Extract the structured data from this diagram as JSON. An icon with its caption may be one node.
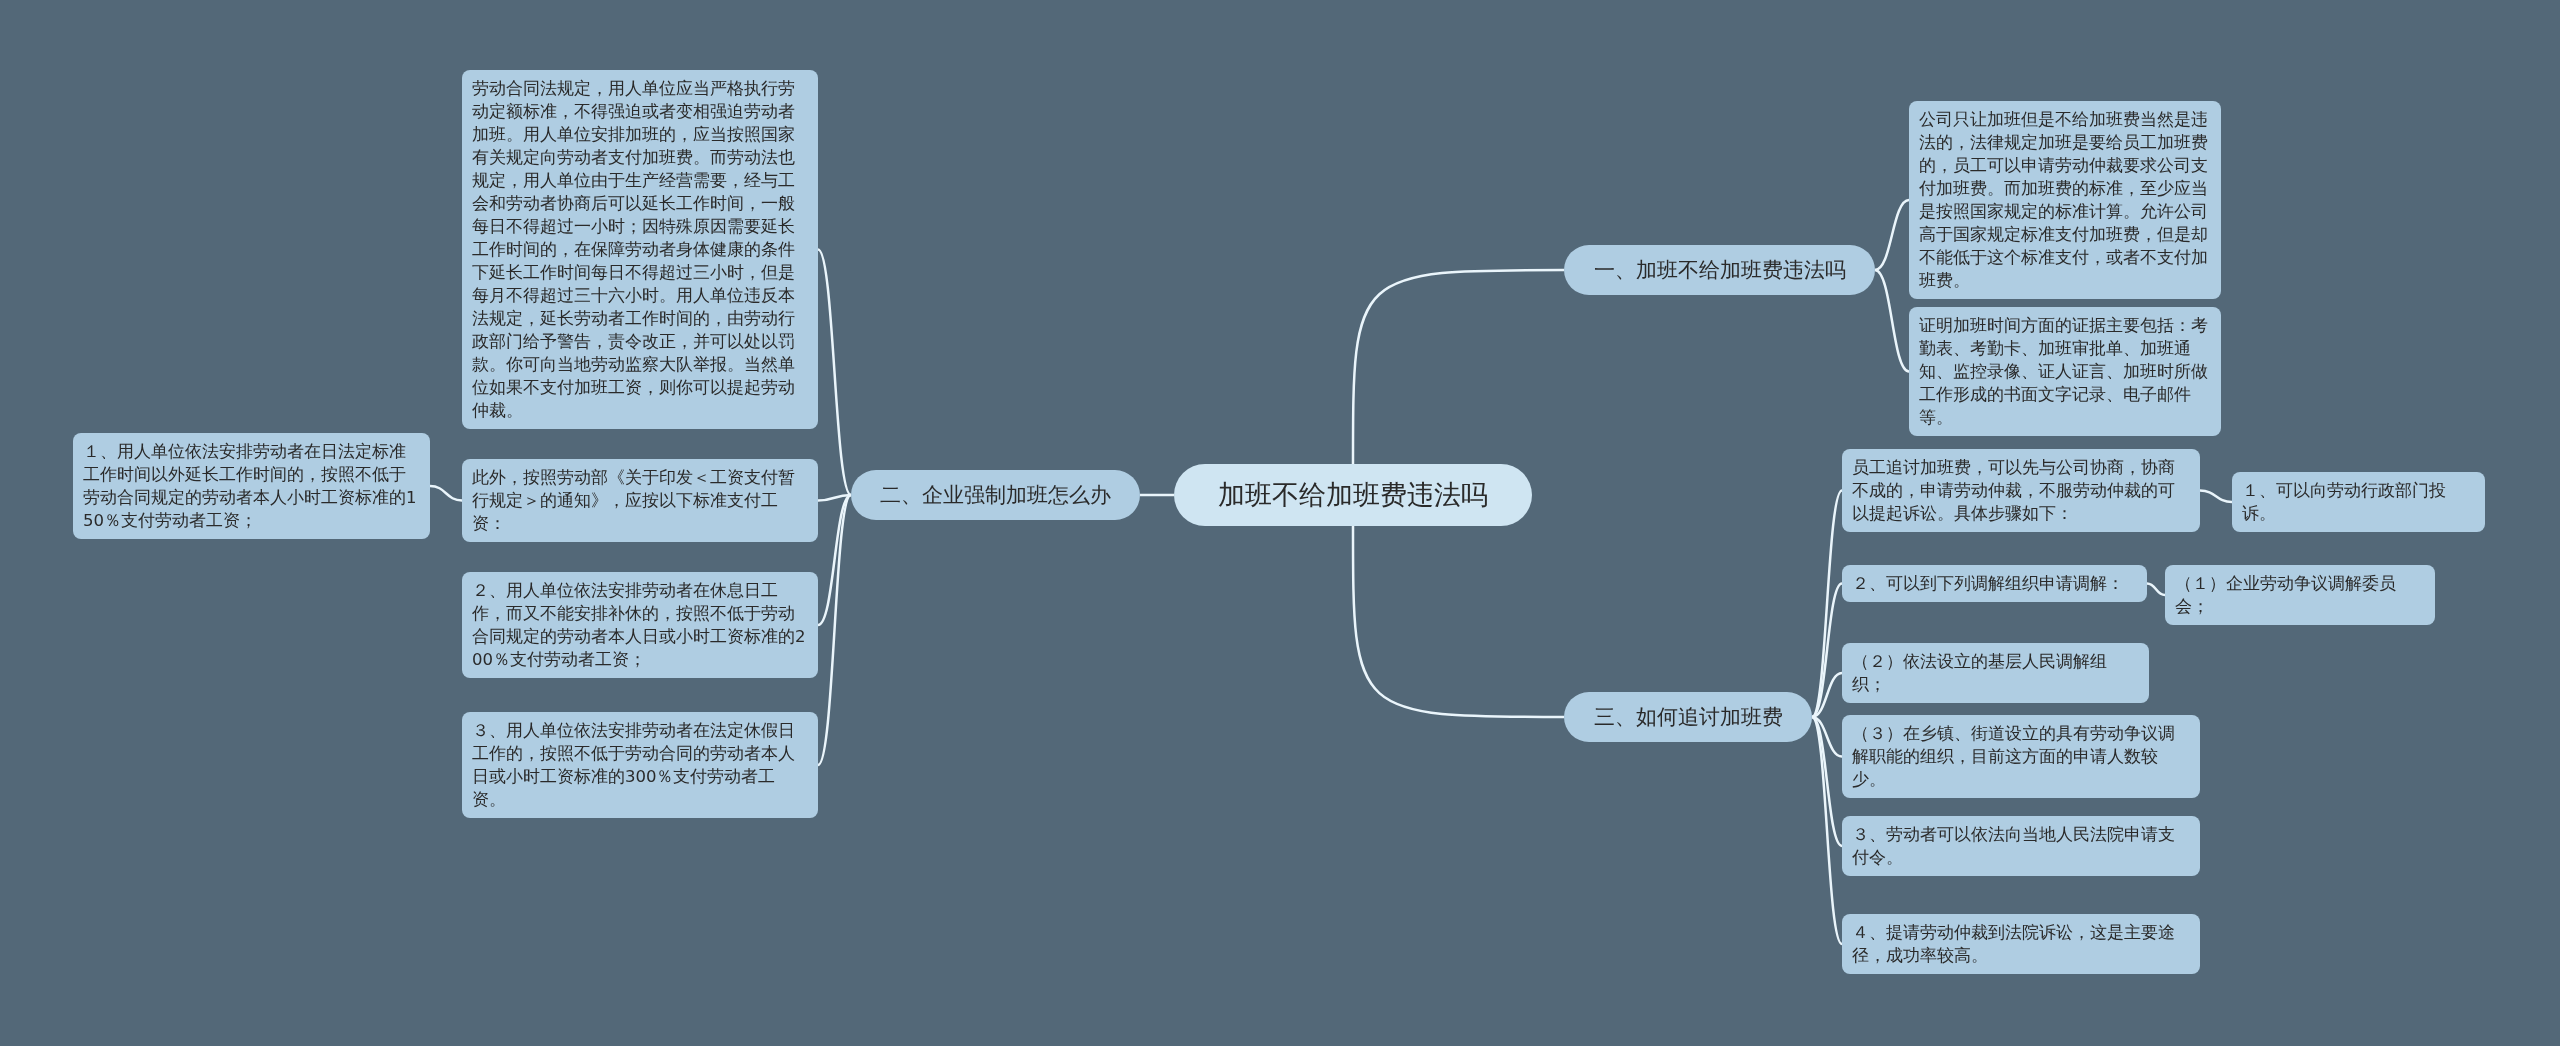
{
  "diagram": {
    "nodes": [
      {
        "text": [
          "加班不给加班费违法吗"
        ]
      },
      {
        "text": [
          "一、加班不给加班费违法吗"
        ]
      },
      {
        "text": [
          "公司只让加班但是不给加班费当然是违法的，法律规定加班是要给员工加班费的，员工可以申请劳动仲裁要求公司支付加班费。而加班费的标准，至少应当是按照国家规定的标准计算。允许公司高于国家规定标准支付加班费，但是却不能低于这个标准支付，或者不支付加班费。"
        ]
      },
      {
        "text": [
          "证明加班时间方面的证据主要包括：考勤表、考勤卡、加班审批单、加班通知、监控录像、证人证言、加班时所做工作形成的书面文字记录、电子邮件等。"
        ]
      },
      {
        "text": [
          "二、企业强制加班怎么办"
        ]
      },
      {
        "text": [
          "劳动合同法规定，用人单位应当严格执行劳动定额标准，不得强迫或者变相强迫劳动者加班。用人单位安排加班的，应当按照国家有关规定向劳动者支付加班费。而劳动法也规定，用人单位由于生产经营需要，经与工会和劳动者协商后可以延长工作时间，一般每日不得超过一小时；因特殊原因需要延长工作时间的，在保障劳动者身体健康的条件下延长工作时间每日不得超过三小时，但是每月不得超过三十六小时。用人单位违反本法规定，延长劳动者工作时间的，由劳动行政部门给予警告，责令改正，并可以处以罚款。你可向当地劳动监察大队举报。当然单位如果不支付加班工资，则你可以提起劳动仲裁。"
        ]
      },
      {
        "text": [
          "此外，按照劳动部《关于印发＜工资支付暂行规定＞的通知》，应按以下标准支付工资："
        ]
      },
      {
        "text": [
          "１、用人单位依法安排劳动者在日法定标准工作时间以外延长工作时间的，按照不低于劳动合同规定的劳动者本人小时工资标准的150％支付劳动者工资；"
        ]
      },
      {
        "text": [
          "２、用人单位依法安排劳动者在休息日工作，而又不能安排补休的，按照不低于劳动合同规定的劳动者本人日或小时工资标准的200％支付劳动者工资；"
        ]
      },
      {
        "text": [
          "３、用人单位依法安排劳动者在法定休假日工作的，按照不低于劳动合同的劳动者本人日或小时工资标准的300％支付劳动者工资。"
        ]
      },
      {
        "text": [
          "三、如何追讨加班费"
        ]
      },
      {
        "text": [
          "员工追讨加班费，可以先与公司协商，协商不成的，申请劳动仲裁，不服劳动仲裁的可以提起诉讼。具体步骤如下："
        ]
      },
      {
        "text": [
          "１、可以向劳动行政部门投诉。"
        ]
      },
      {
        "text": [
          "２、可以到下列调解组织申请调解："
        ]
      },
      {
        "text": [
          "（１）企业劳动争议调解委员会；"
        ]
      },
      {
        "text": [
          "（２）依法设立的基层人民调解组织；"
        ]
      },
      {
        "text": [
          "（３）在乡镇、街道设立的具有劳动争议调解职能的组织，目前这方面的申请人数较少。"
        ]
      },
      {
        "text": [
          "３、劳动者可以依法向当地人民法院申请支付令。"
        ]
      },
      {
        "text": [
          "４、提请劳动仲裁到法院诉讼，这是主要途径，成功率较高。"
        ]
      }
    ],
    "edges": [
      {
        "from": 0,
        "to": 1,
        "arrow": "none"
      },
      {
        "from": 1,
        "to": 2,
        "arrow": "none"
      },
      {
        "from": 1,
        "to": 3,
        "arrow": "none"
      },
      {
        "from": 0,
        "to": 4,
        "arrow": "none"
      },
      {
        "from": 4,
        "to": 5,
        "arrow": "none"
      },
      {
        "from": 4,
        "to": 6,
        "arrow": "none"
      },
      {
        "from": 6,
        "to": 7,
        "arrow": "none"
      },
      {
        "from": 4,
        "to": 8,
        "arrow": "none"
      },
      {
        "from": 4,
        "to": 9,
        "arrow": "none"
      },
      {
        "from": 0,
        "to": 10,
        "arrow": "none"
      },
      {
        "from": 10,
        "to": 11,
        "arrow": "none"
      },
      {
        "from": 11,
        "to": 12,
        "arrow": "none"
      },
      {
        "from": 10,
        "to": 13,
        "arrow": "none"
      },
      {
        "from": 13,
        "to": 14,
        "arrow": "none"
      },
      {
        "from": 10,
        "to": 15,
        "arrow": "none"
      },
      {
        "from": 10,
        "to": 16,
        "arrow": "none"
      },
      {
        "from": 10,
        "to": 17,
        "arrow": "none"
      },
      {
        "from": 10,
        "to": 18,
        "arrow": "none"
      }
    ]
  }
}
